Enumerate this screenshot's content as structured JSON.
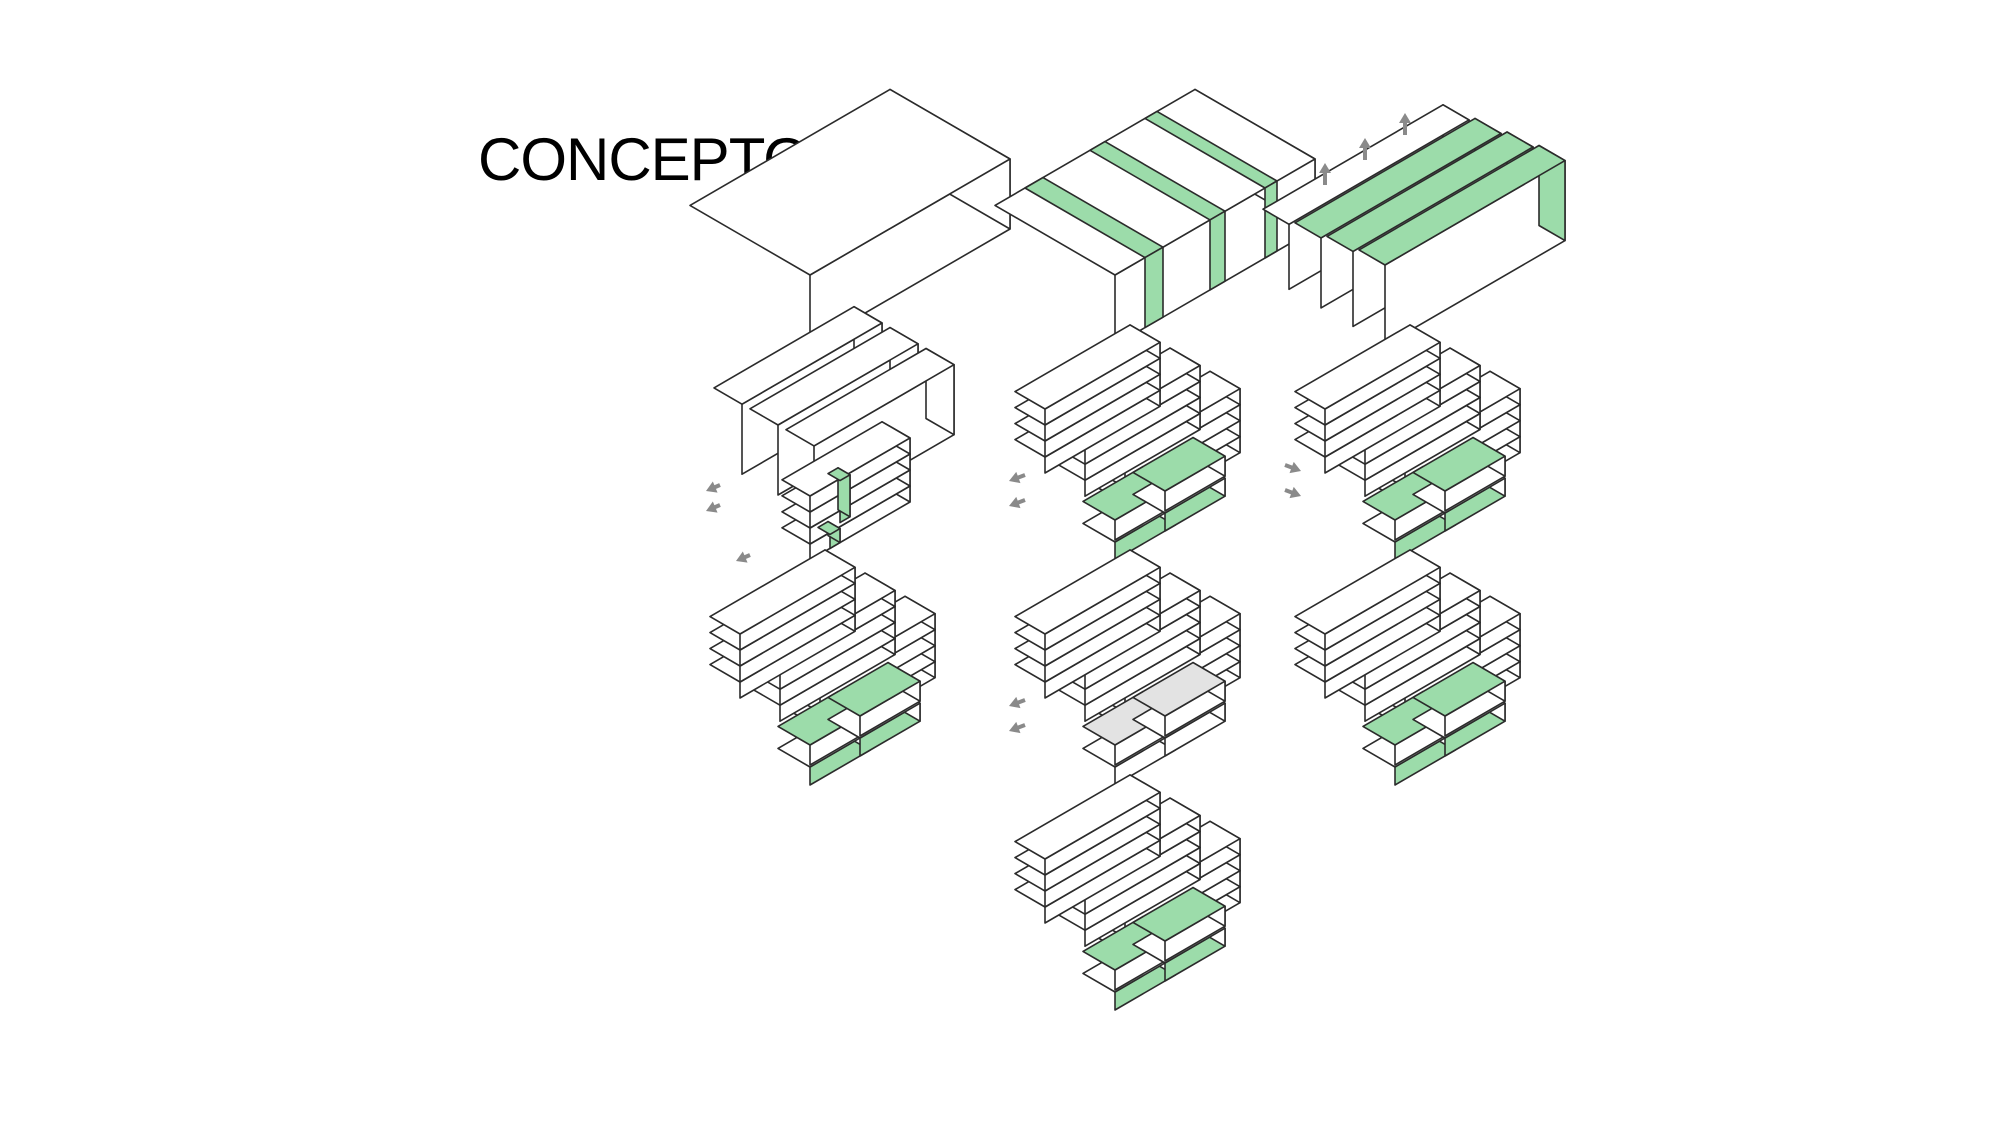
{
  "title": "CONCEPTO",
  "colors": {
    "background": "#ffffff",
    "line": "#2b2b2b",
    "green": "#9cdcaa",
    "grey": "#e3e3e3",
    "arrow": "#8a8a8a"
  },
  "diagram": {
    "rows": 4,
    "columns": 3,
    "steps": [
      {
        "row": 1,
        "col": 1,
        "variant": "mass",
        "highlight": "none",
        "arrows": "none"
      },
      {
        "row": 1,
        "col": 2,
        "variant": "mass",
        "highlight": "green-strips",
        "arrows": "none"
      },
      {
        "row": 1,
        "col": 3,
        "variant": "slabs",
        "highlight": "green-slab-sides",
        "arrows": "up"
      },
      {
        "row": 2,
        "col": 1,
        "variant": "slabs-stacked-front",
        "highlight": "green-core",
        "arrows": "out"
      },
      {
        "row": 2,
        "col": 2,
        "variant": "stacked",
        "highlight": "green-front-blocks",
        "arrows": "out"
      },
      {
        "row": 2,
        "col": 3,
        "variant": "stacked",
        "highlight": "green-front-blocks",
        "arrows": "in"
      },
      {
        "row": 3,
        "col": 1,
        "variant": "stacked",
        "highlight": "green-front-blocks",
        "arrows": "none"
      },
      {
        "row": 3,
        "col": 2,
        "variant": "stacked",
        "highlight": "grey-front-blocks",
        "arrows": "out"
      },
      {
        "row": 3,
        "col": 3,
        "variant": "stacked",
        "highlight": "green-front-blocks",
        "arrows": "none"
      },
      {
        "row": 4,
        "col": 2,
        "variant": "stacked",
        "highlight": "green-front-blocks",
        "arrows": "none"
      }
    ]
  }
}
